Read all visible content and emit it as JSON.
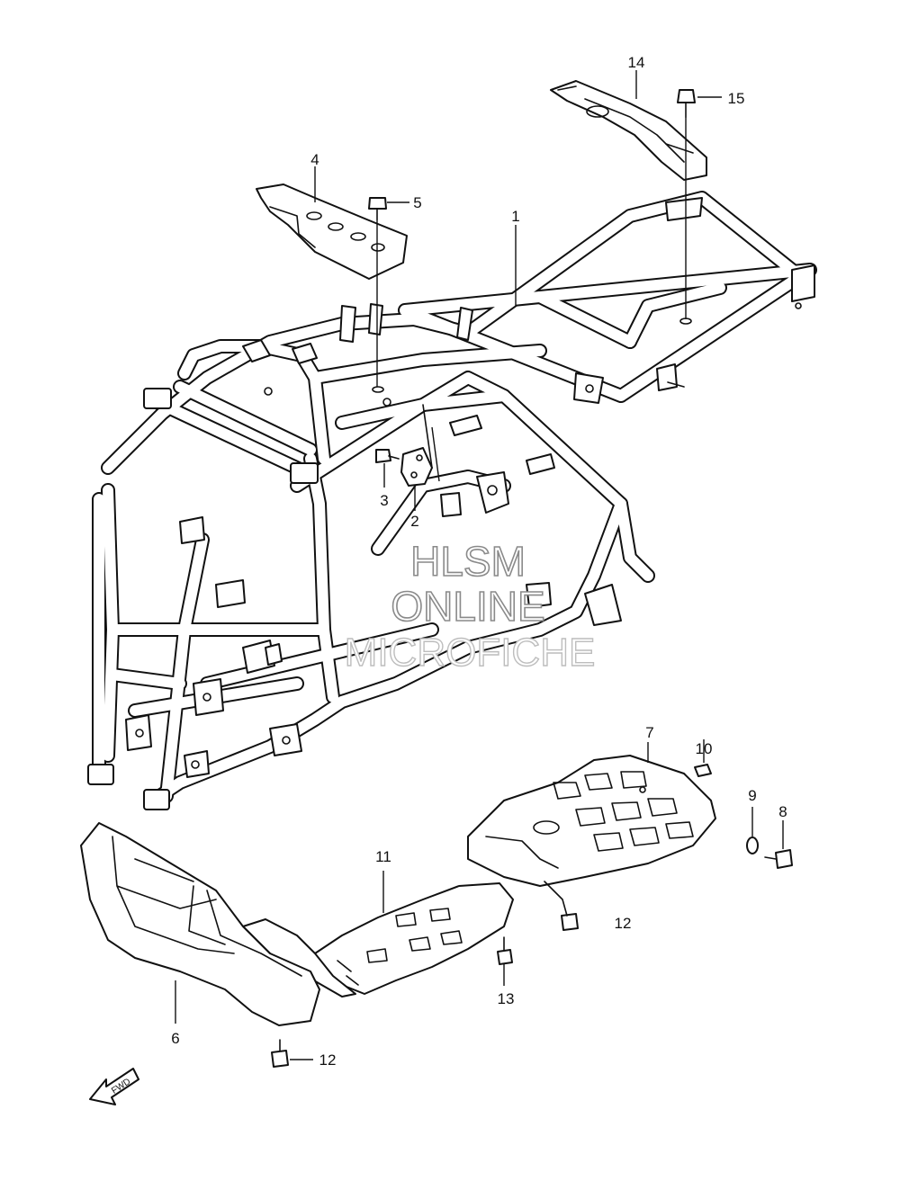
{
  "labels": {
    "l1": "1",
    "l2": "2",
    "l3": "3",
    "l4": "4",
    "l5": "5",
    "l6": "6",
    "l7": "7",
    "l8": "8",
    "l9": "9",
    "l10": "10",
    "l11": "11",
    "l12a": "12",
    "l12b": "12",
    "l13": "13",
    "l14": "14",
    "l15": "15"
  },
  "watermark": {
    "line1": "HLSM",
    "line2": "ONLINE",
    "line3": "MICROFICHE"
  },
  "fwd": "FWD"
}
